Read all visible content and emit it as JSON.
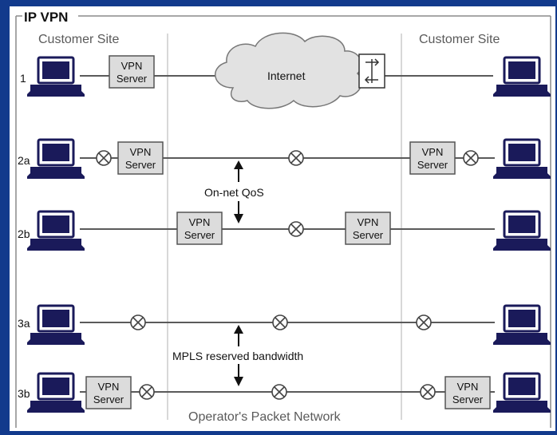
{
  "colors": {
    "background": "#123a8c",
    "panel": "#ffffff",
    "line": "#5a5a5a",
    "divider": "#c8c8c8",
    "text": "#4a4a4a",
    "box_fill": "#dcdcdc",
    "computer": "#1a1a5a"
  },
  "diagram": {
    "title": "IP VPN",
    "header_left": "Customer Site",
    "header_right": "Customer Site",
    "cloud_label": "Internet",
    "footer": "Operator's Packet Network",
    "qos_label": "On-net QoS",
    "mpls_label": "MPLS reserved bandwidth",
    "vpn_line1": "VPN",
    "vpn_line2": "Server",
    "rows": [
      {
        "label": "1"
      },
      {
        "label": "2a"
      },
      {
        "label": "2b"
      },
      {
        "label": "3a"
      },
      {
        "label": "3b"
      }
    ]
  }
}
